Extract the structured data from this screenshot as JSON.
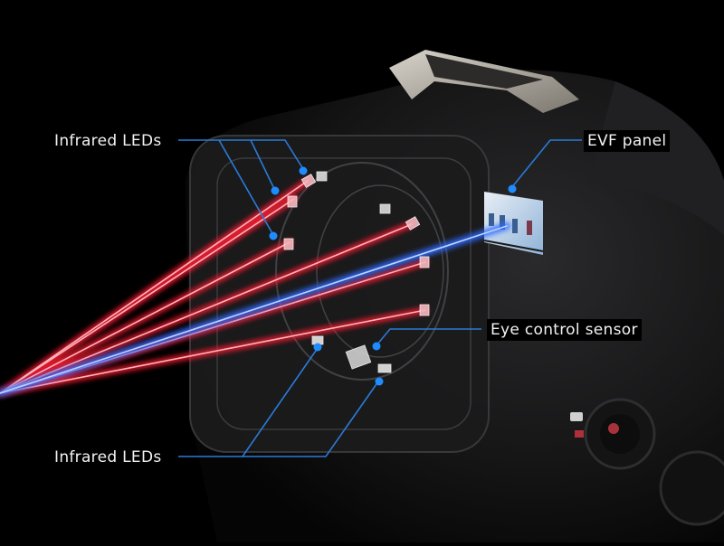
{
  "diagram": {
    "subject": "Camera electronic viewfinder eye-control cutaway",
    "colors": {
      "background": "#000000",
      "ir_beam": "#ff2a3c",
      "ir_beam_core": "#ffb0b8",
      "sightline_beam": "#2f7dff",
      "callout_line": "#2a7bd8",
      "callout_dot": "#1e8cff",
      "label_text": "#f2f2f2"
    },
    "labels": {
      "top_left": "Infrared LEDs",
      "evf": "EVF panel",
      "sensor": "Eye control sensor",
      "bottom_left": "Infrared LEDs"
    }
  }
}
